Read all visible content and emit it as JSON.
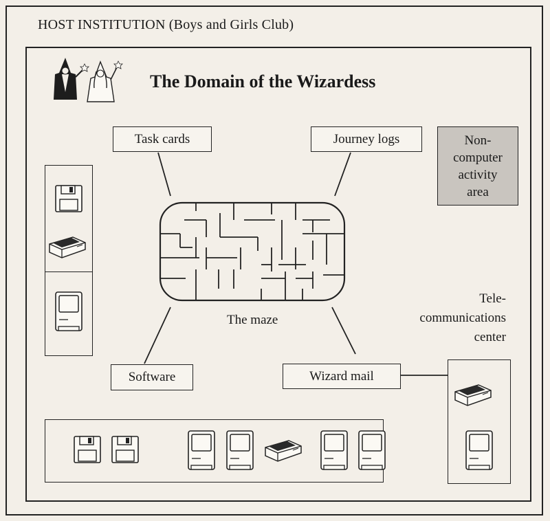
{
  "host_label": "HOST  INSTITUTION (Boys and Girls Club)",
  "title": "The Domain of the Wizardess",
  "labels": {
    "task_cards": "Task cards",
    "journey_logs": "Journey logs",
    "non_computer": "Non-\ncomputer\nactivity\narea",
    "software": "Software",
    "wizard_mail": "Wizard mail",
    "maze": "The maze",
    "telecom": "Tele-\ncommunications\ncenter"
  },
  "icons": [
    "wizard-icon",
    "wizardess-icon",
    "floppy-disk-icon",
    "printer-icon",
    "computer-icon"
  ],
  "colors": {
    "ink": "#1a1a1a",
    "paper": "#f3efe8",
    "shaded_area": "#c9c5bf"
  }
}
